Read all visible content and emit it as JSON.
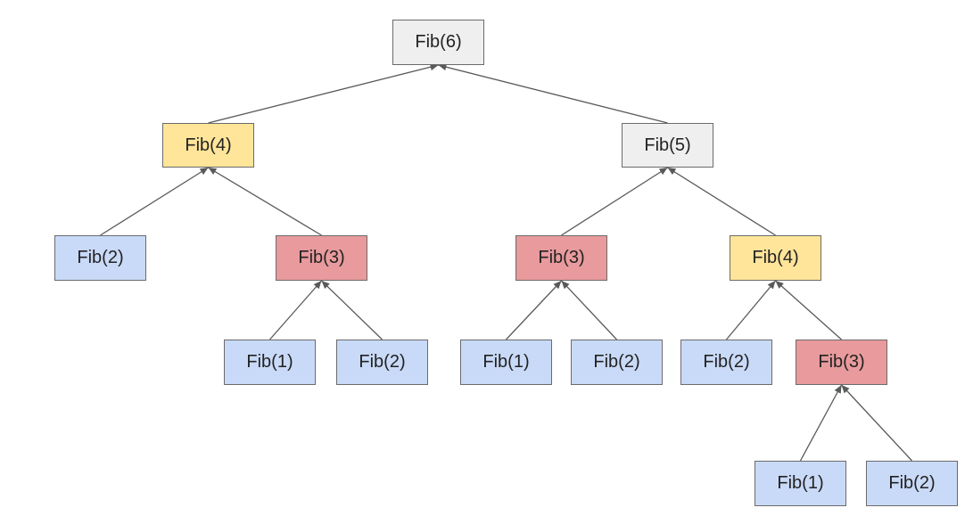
{
  "diagram": {
    "colors": {
      "gray": "#efefef",
      "yellow": "#ffe59a",
      "red": "#e89a9d",
      "blue": "#c9daf8",
      "edge": "#595959"
    },
    "nodes": [
      {
        "id": "n6",
        "label": "Fib(6)",
        "color": "gray"
      },
      {
        "id": "n4a",
        "label": "Fib(4)",
        "color": "yellow"
      },
      {
        "id": "n5",
        "label": "Fib(5)",
        "color": "gray"
      },
      {
        "id": "n2a",
        "label": "Fib(2)",
        "color": "blue"
      },
      {
        "id": "n3a",
        "label": "Fib(3)",
        "color": "red"
      },
      {
        "id": "n3b",
        "label": "Fib(3)",
        "color": "red"
      },
      {
        "id": "n4b",
        "label": "Fib(4)",
        "color": "yellow"
      },
      {
        "id": "n1a",
        "label": "Fib(1)",
        "color": "blue"
      },
      {
        "id": "n2b",
        "label": "Fib(2)",
        "color": "blue"
      },
      {
        "id": "n1b",
        "label": "Fib(1)",
        "color": "blue"
      },
      {
        "id": "n2c",
        "label": "Fib(2)",
        "color": "blue"
      },
      {
        "id": "n2d",
        "label": "Fib(2)",
        "color": "blue"
      },
      {
        "id": "n3c",
        "label": "Fib(3)",
        "color": "red"
      },
      {
        "id": "n1c",
        "label": "Fib(1)",
        "color": "blue"
      },
      {
        "id": "n2e",
        "label": "Fib(2)",
        "color": "blue"
      }
    ],
    "edges": [
      {
        "from": "n4a",
        "to": "n6"
      },
      {
        "from": "n5",
        "to": "n6"
      },
      {
        "from": "n2a",
        "to": "n4a"
      },
      {
        "from": "n3a",
        "to": "n4a"
      },
      {
        "from": "n3b",
        "to": "n5"
      },
      {
        "from": "n4b",
        "to": "n5"
      },
      {
        "from": "n1a",
        "to": "n3a"
      },
      {
        "from": "n2b",
        "to": "n3a"
      },
      {
        "from": "n1b",
        "to": "n3b"
      },
      {
        "from": "n2c",
        "to": "n3b"
      },
      {
        "from": "n2d",
        "to": "n4b"
      },
      {
        "from": "n3c",
        "to": "n4b"
      },
      {
        "from": "n1c",
        "to": "n3c"
      },
      {
        "from": "n2e",
        "to": "n3c"
      }
    ]
  }
}
